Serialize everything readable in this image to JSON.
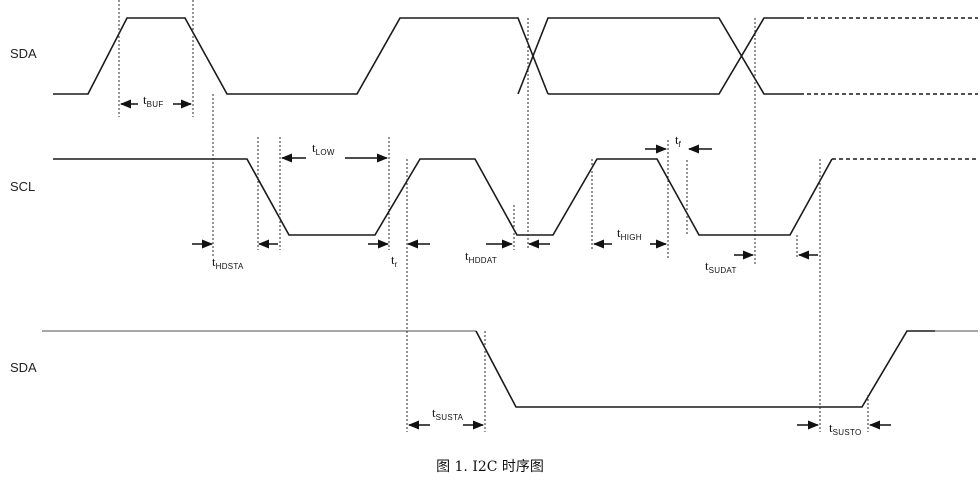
{
  "signals": {
    "sda_top": "SDA",
    "scl": "SCL",
    "sda_bottom": "SDA"
  },
  "timings": {
    "t_buf": {
      "main": "t",
      "sub": "BUF"
    },
    "t_hdsta": {
      "main": "t",
      "sub": "HDSTA"
    },
    "t_low": {
      "main": "t",
      "sub": "LOW"
    },
    "t_r": {
      "main": "t",
      "sub": "r"
    },
    "t_hddat": {
      "main": "t",
      "sub": "HDDAT"
    },
    "t_high": {
      "main": "t",
      "sub": "HIGH"
    },
    "t_f": {
      "main": "t",
      "sub": "f"
    },
    "t_sudat": {
      "main": "t",
      "sub": "SUDAT"
    },
    "t_susta": {
      "main": "t",
      "sub": "SUSTA"
    },
    "t_susto": {
      "main": "t",
      "sub": "SUSTO"
    }
  },
  "caption": "图 1. I2C 时序图"
}
